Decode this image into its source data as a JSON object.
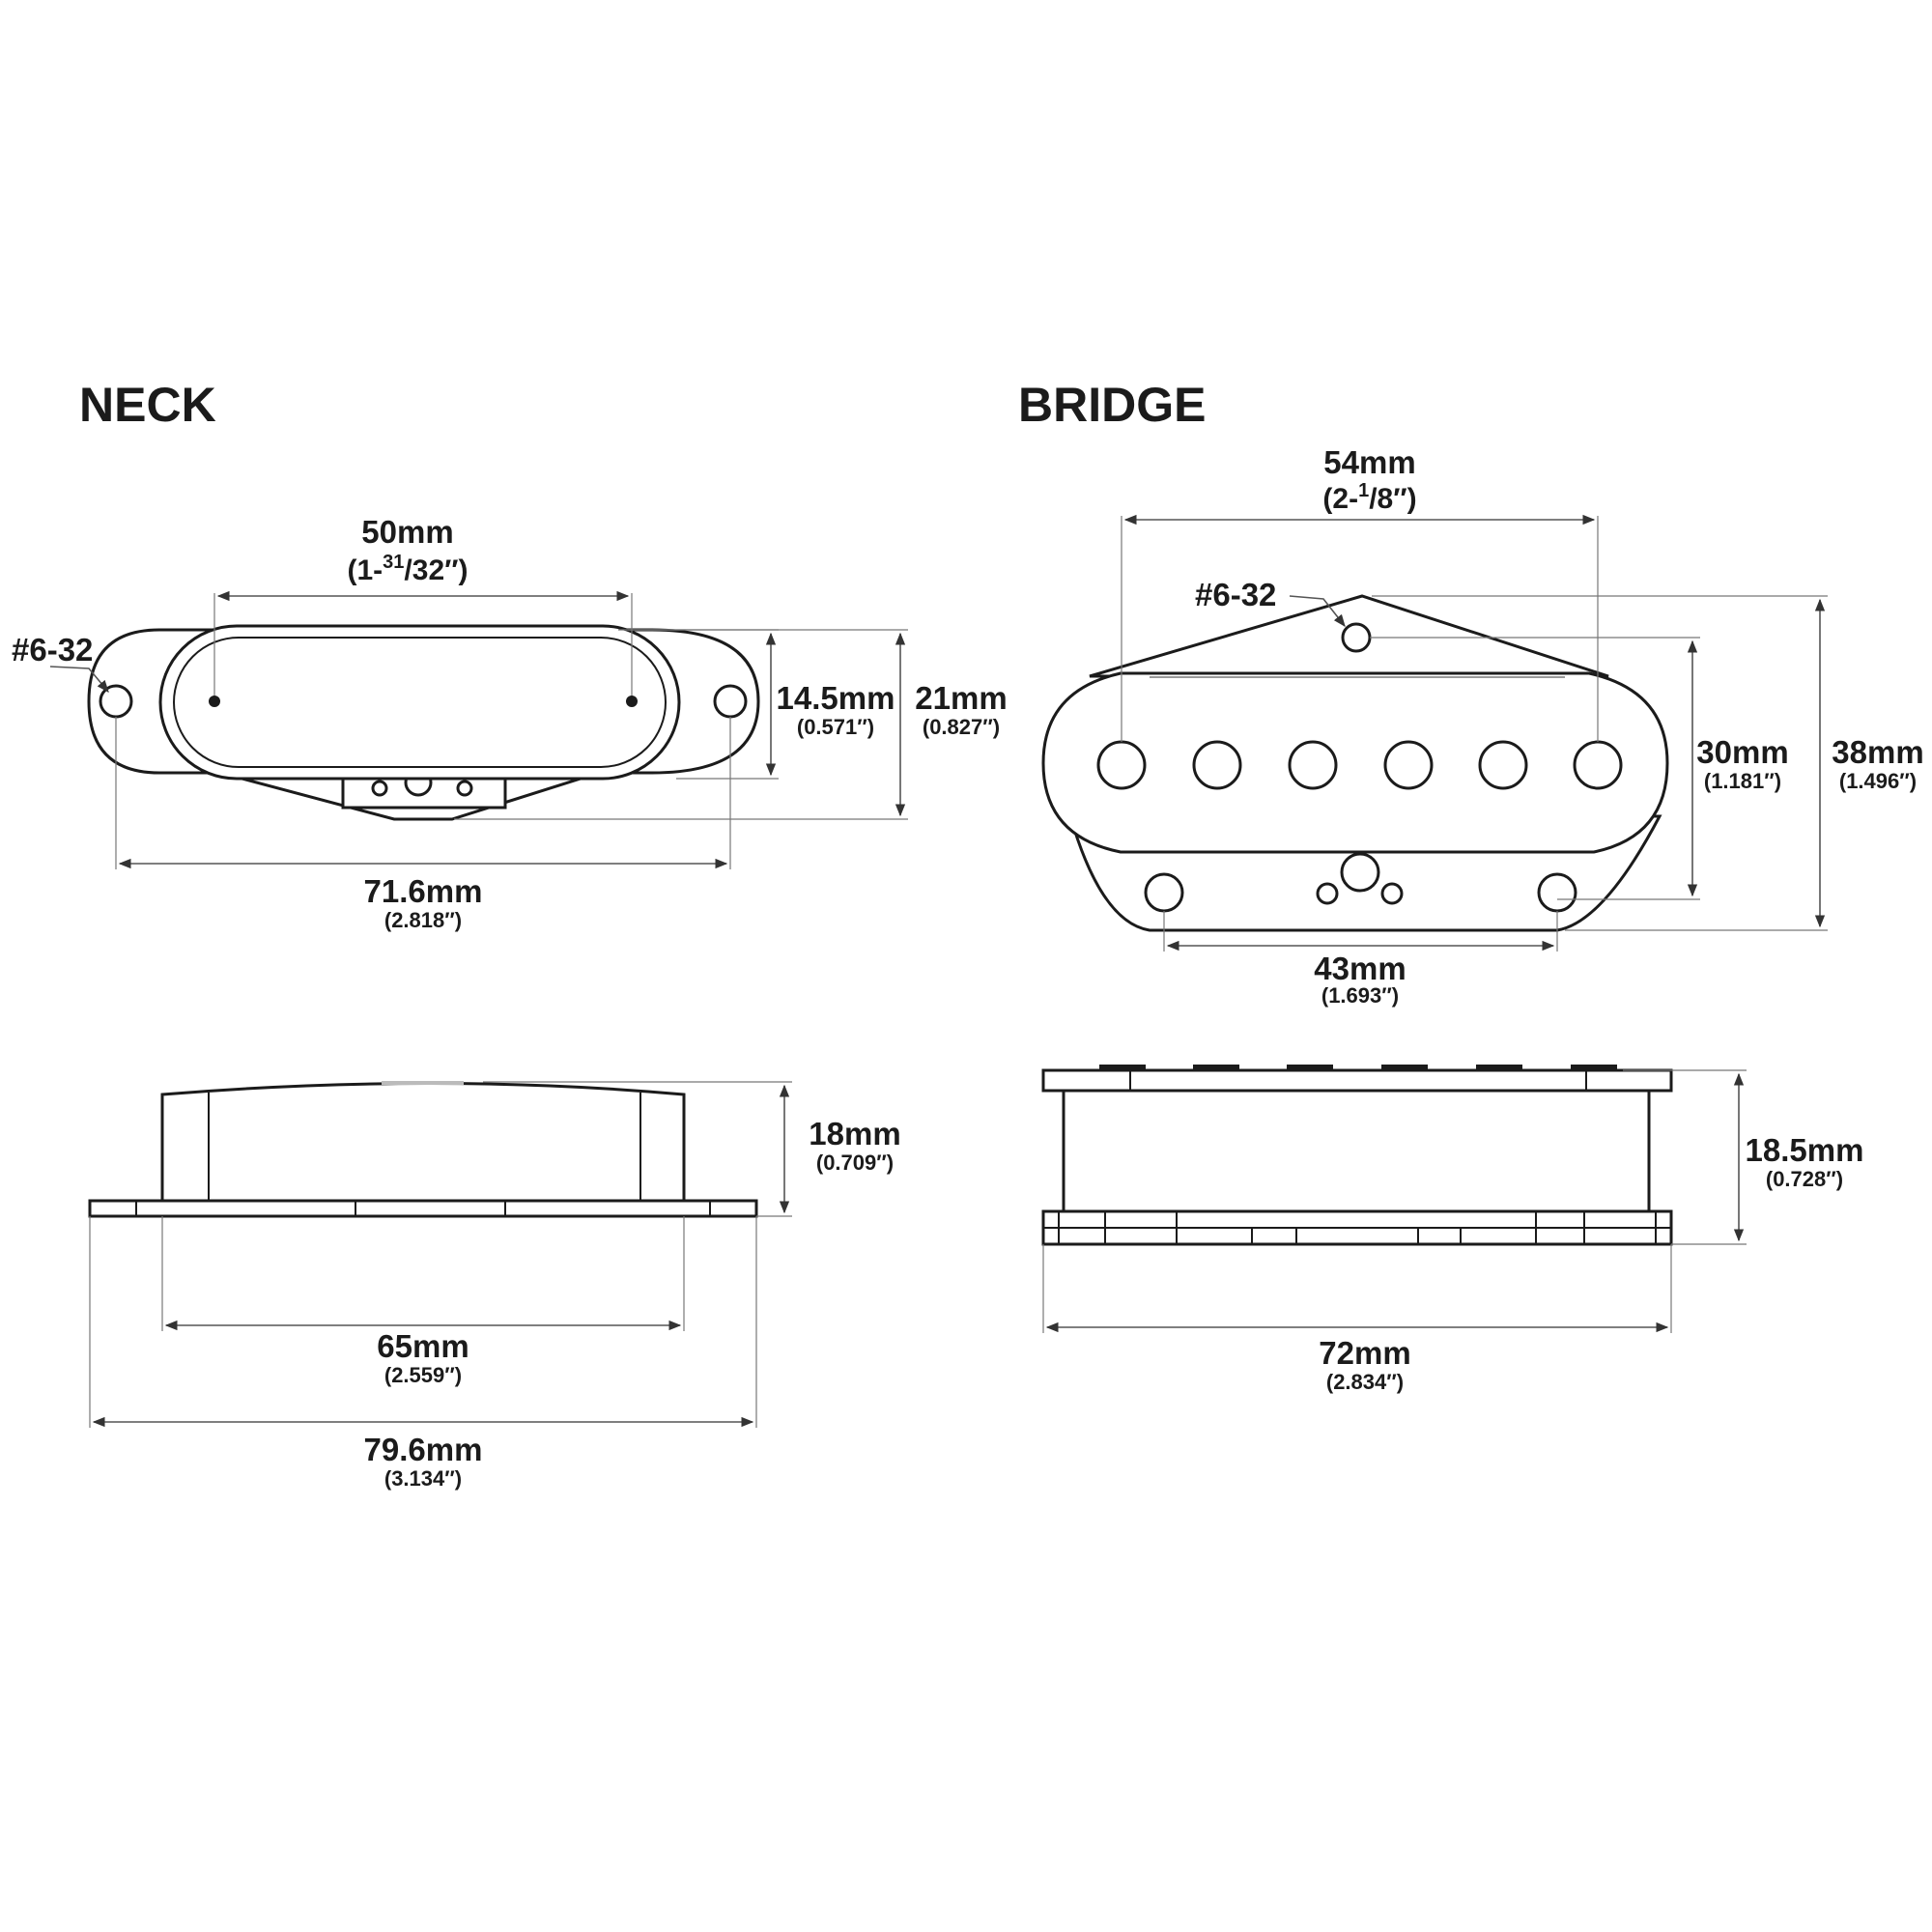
{
  "neck": {
    "title": "NECK",
    "screw_label": "#6-32",
    "pole_span": {
      "mm": "50mm",
      "inch_whole": "(1-",
      "inch_num": "31",
      "inch_den": "/32″)"
    },
    "coil_height": {
      "mm": "14.5mm",
      "inch": "(0.571″)"
    },
    "plate_height": {
      "mm": "21mm",
      "inch": "(0.827″)"
    },
    "mount_span": {
      "mm": "71.6mm",
      "inch": "(2.818″)"
    },
    "cover_height": {
      "mm": "18mm",
      "inch": "(0.709″)"
    },
    "cover_length": {
      "mm": "65mm",
      "inch": "(2.559″)"
    },
    "overall_length": {
      "mm": "79.6mm",
      "inch": "(3.134″)"
    }
  },
  "bridge": {
    "title": "BRIDGE",
    "screw_label": "#6-32",
    "pole_span": {
      "mm": "54mm",
      "inch_whole": "(2-",
      "inch_num": "1",
      "inch_den": "/8″)"
    },
    "mid_height": {
      "mm": "30mm",
      "inch": "(1.181″)"
    },
    "overall_height": {
      "mm": "38mm",
      "inch": "(1.496″)"
    },
    "bottom_holes": {
      "mm": "43mm",
      "inch": "(1.693″)"
    },
    "side_height": {
      "mm": "18.5mm",
      "inch": "(0.728″)"
    },
    "overall_length": {
      "mm": "72mm",
      "inch": "(2.834″)"
    },
    "pole_count": 6
  }
}
